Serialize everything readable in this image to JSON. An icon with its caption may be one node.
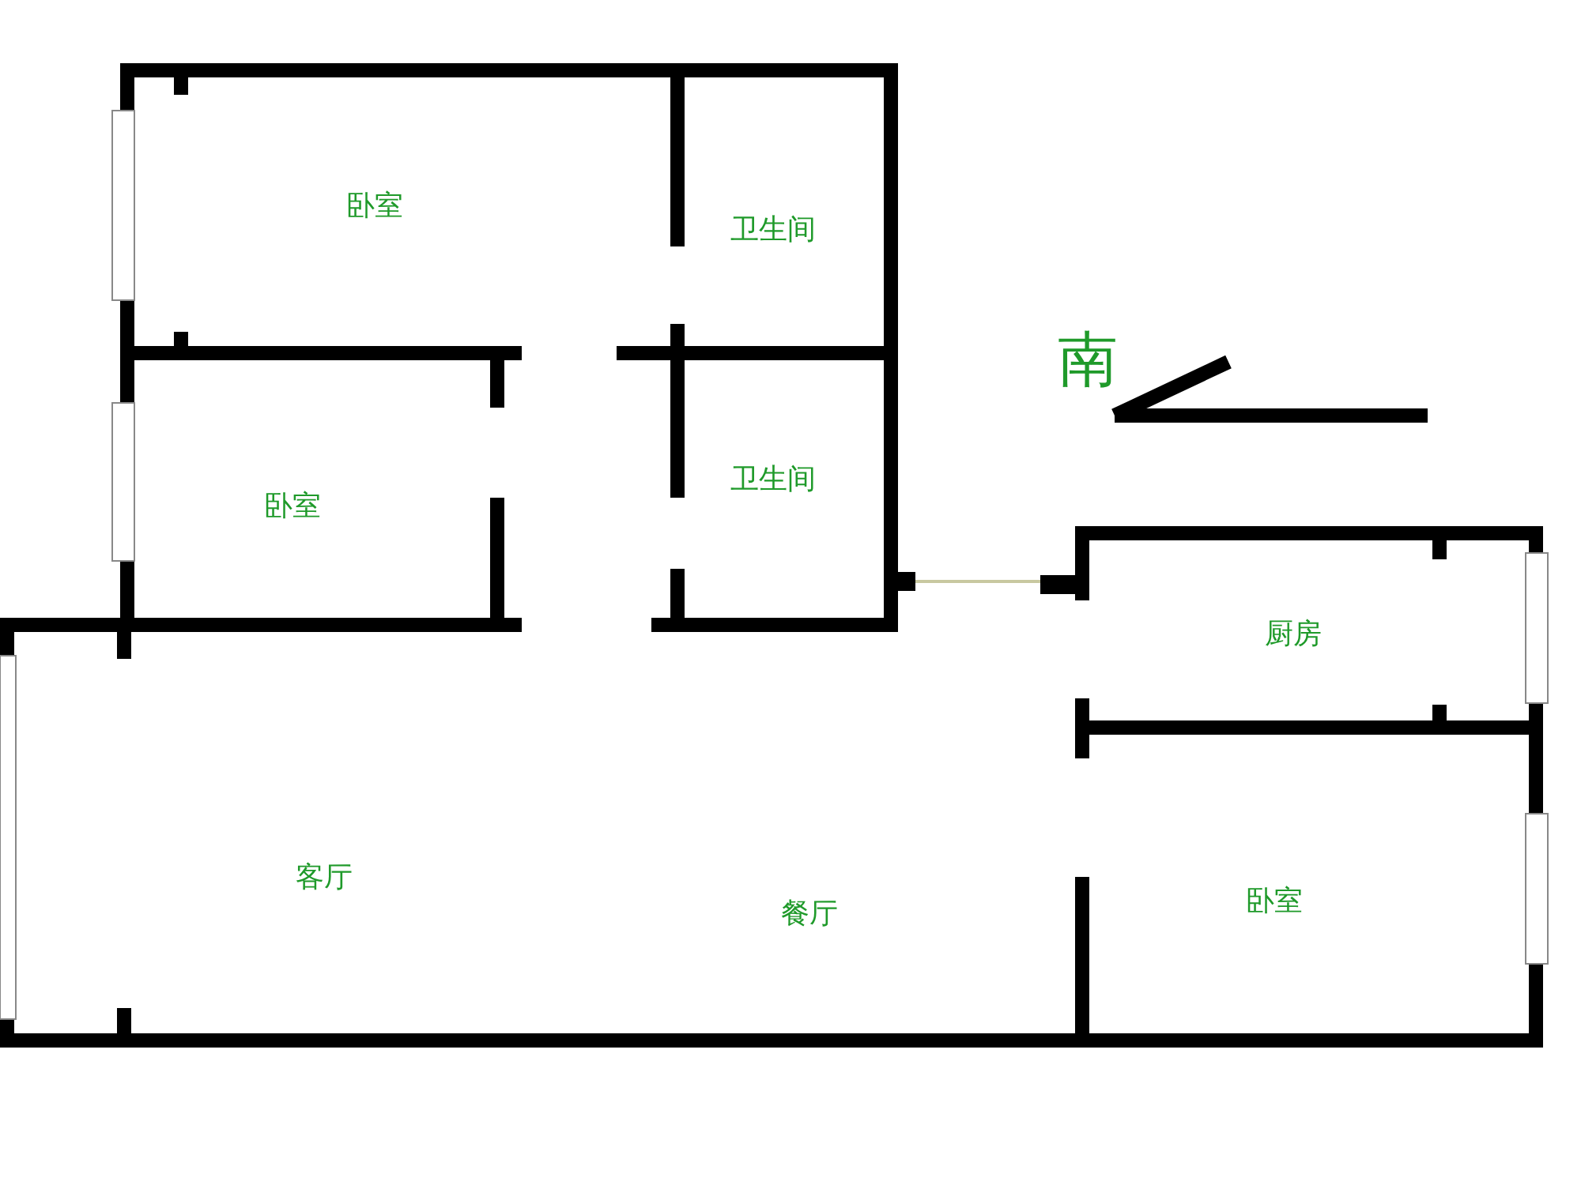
{
  "diagram": {
    "labels": [
      "卧室",
      "卫生间",
      "南",
      "卧室",
      "卫生间",
      "厨房",
      "客厅",
      "餐厅",
      "卧室"
    ]
  }
}
